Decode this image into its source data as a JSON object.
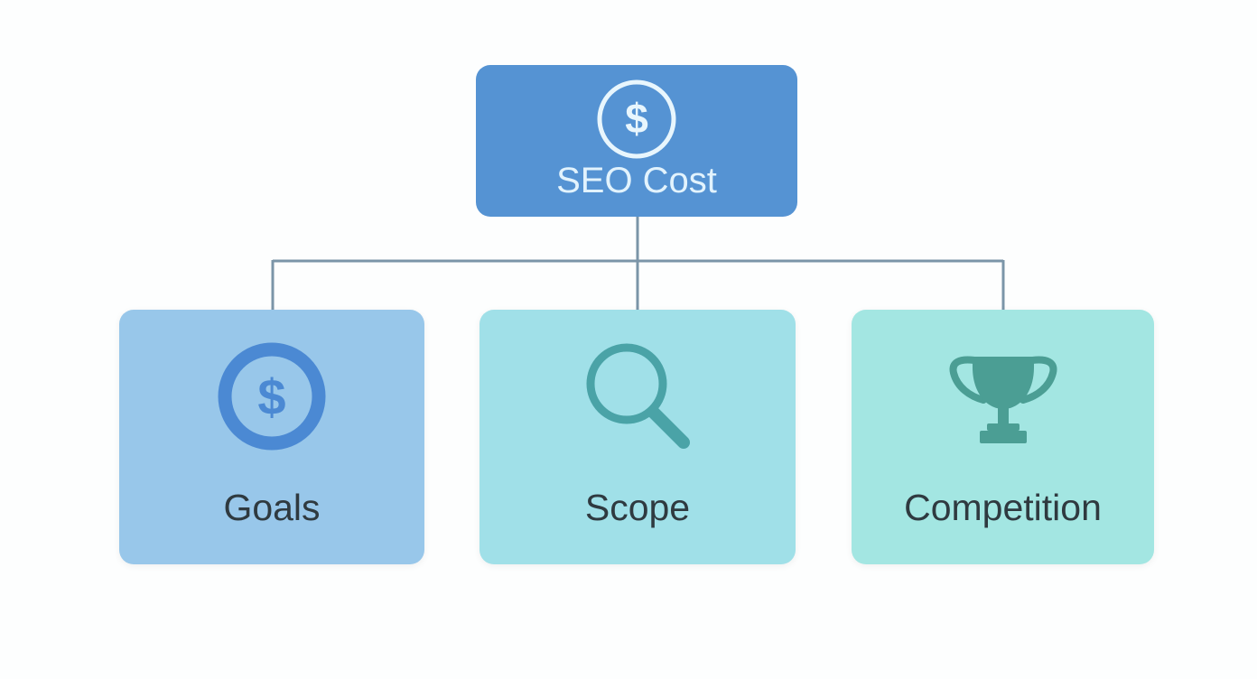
{
  "colors": {
    "background": "#fdfefe",
    "connector": "#7b95a8",
    "root_fill": "#5593d3",
    "root_text": "#e2f3fd",
    "goals_fill": "#98c7ea",
    "goals_icon": "#4b89d3",
    "scope_fill": "#a0e0e8",
    "scope_icon": "#4aa3a7",
    "competition_fill": "#a3e6e2",
    "competition_icon": "#4b9e94",
    "label_text": "#2f3a40"
  },
  "root": {
    "label": "SEO Cost",
    "icon": "dollar-circle-icon"
  },
  "children": [
    {
      "label": "Goals",
      "icon": "dollar-circle-icon"
    },
    {
      "label": "Scope",
      "icon": "magnifying-glass-icon"
    },
    {
      "label": "Competition",
      "icon": "trophy-icon"
    }
  ]
}
